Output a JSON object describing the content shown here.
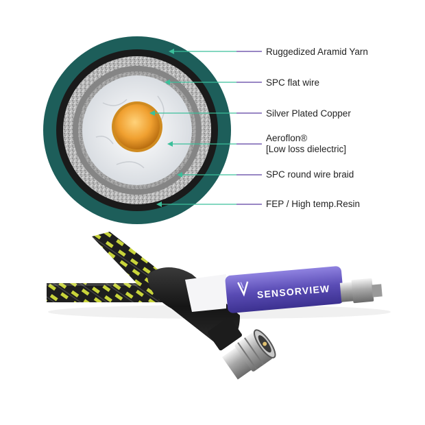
{
  "callouts": [
    {
      "id": "aramid",
      "label": "Ruggedized Aramid Yarn"
    },
    {
      "id": "flatwire",
      "label": "SPC flat wire"
    },
    {
      "id": "core",
      "label": "Silver Plated Copper"
    },
    {
      "id": "dielectric",
      "label": "Aeroflon®",
      "label2": "[Low loss dielectric]"
    },
    {
      "id": "braid",
      "label": "SPC round wire braid"
    },
    {
      "id": "fep",
      "label": "FEP / High temp.Resin"
    }
  ],
  "brand": {
    "name": "SENSORVIEW"
  },
  "colors": {
    "jacket": "#1d5e5a",
    "fep": "#1a1a1a",
    "braid": "#9a9a9a",
    "flatwire": "#8a8a8a",
    "dielectric": "#eef0f2",
    "core": "#e8a030",
    "leader_line": "#3bbf9a",
    "leader_tail": "#5b3fa0",
    "sleeve": "#6a5bbf"
  }
}
